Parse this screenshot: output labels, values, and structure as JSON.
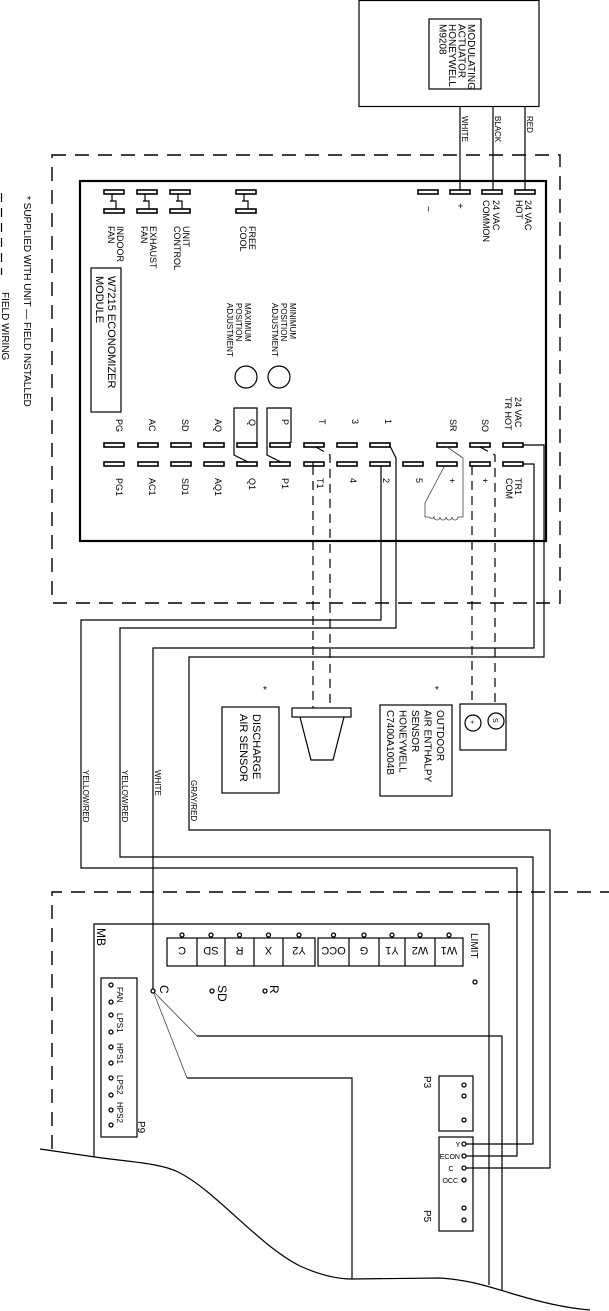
{
  "legend": {
    "note": "*  SUPPLIED WITH UNIT  —  FIELD INSTALLED",
    "field_wiring": "FIELD WIRING"
  },
  "actuator": {
    "lines": [
      "MODULATING",
      "ACTUATOR",
      "HONEYWELL",
      "M9208"
    ],
    "wires": [
      "WHITE",
      "BLACK",
      "RED"
    ]
  },
  "module": {
    "title": [
      "W7215  ECONOMIZER",
      "MODULE"
    ],
    "power_terminals": {
      "minus": "−",
      "plus": "+",
      "common": [
        "24  VAC",
        "COMMON"
      ],
      "hot": [
        "24  VAC",
        "HOT"
      ]
    },
    "switches": [
      [
        "INDOOR",
        "FAN"
      ],
      [
        "EXHAUST",
        "FAN"
      ],
      [
        "UNIT",
        "CONTROL"
      ],
      [
        "FREE",
        "COOL"
      ]
    ],
    "min_adjust": [
      "MINIMUM",
      "POSITION",
      "ADJUSTMENT"
    ],
    "max_adjust": [
      "MAXIMUM",
      "POSITION",
      "ADJUSTMENT"
    ],
    "tr_label": [
      "24  VAC",
      "TR  HOT"
    ],
    "left_terminals": [
      "SO",
      "SR",
      "1",
      "3",
      "T",
      "P",
      "Q",
      "AQ",
      "SD",
      "AC",
      "PG"
    ],
    "tr1_label": [
      "TR1",
      "COM"
    ],
    "right_terminals": [
      "+",
      "+",
      "5",
      "2",
      "4",
      "T1",
      "P1",
      "Q1",
      "AQ1",
      "SD1",
      "AC1",
      "PG1"
    ]
  },
  "discharge_sensor": {
    "asterisk": "*",
    "lines": [
      "DISCHARGE",
      "AIR  SENSOR"
    ]
  },
  "outdoor_sensor": {
    "asterisk": "*",
    "lines": [
      "OUTDOOR",
      "AIR  ENTHALPY",
      "SENSOR",
      "HONEYWELL",
      "C7400A1004B"
    ],
    "pins": [
      "+",
      "S"
    ]
  },
  "field_wires": [
    "YELLOW/RED",
    "YELLOW/RED",
    "WHITE",
    "GRAY/RED"
  ],
  "main_board": {
    "label": "MB",
    "limit": "LIMIT",
    "strip": [
      "C",
      "SD",
      "R",
      "X",
      "Y2",
      "OCC",
      "G",
      "Y1",
      "W2",
      "W1"
    ],
    "points": [
      "C",
      "SD",
      "R"
    ],
    "p9": {
      "label": "P9",
      "pins": [
        "FAN",
        "LPS1",
        "HPS1",
        "LPS2",
        "HPS2"
      ]
    },
    "p3": {
      "label": "P3"
    },
    "p5": {
      "label": "P5",
      "pins": [
        "Y",
        "ECON",
        "C",
        "OCC"
      ]
    }
  }
}
